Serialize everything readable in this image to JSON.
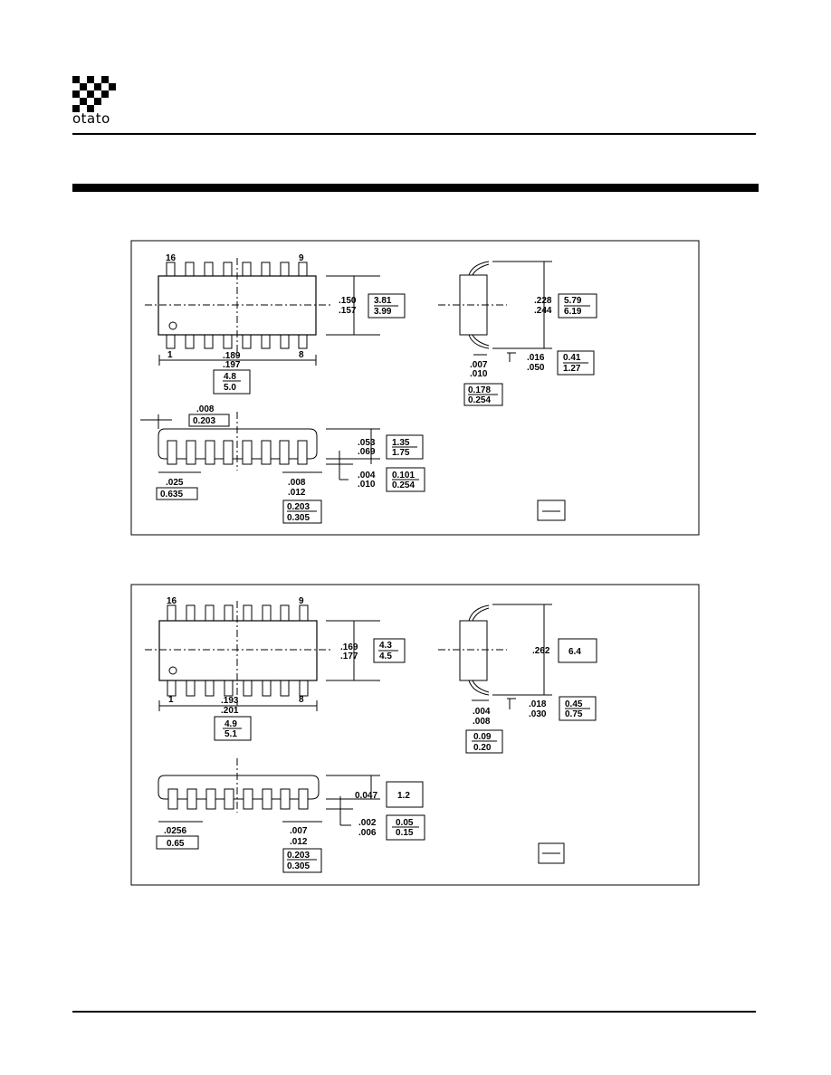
{
  "logo": {
    "text": "otato"
  },
  "panels": [
    {
      "pin_top_left": "16",
      "pin_top_right": "9",
      "pin_bot_left": "1",
      "pin_bot_right": "8",
      "body_len_in_a": ".189",
      "body_len_in_b": ".197",
      "body_len_mm_a": "4.8",
      "body_len_mm_b": "5.0",
      "body_w_in_a": ".150",
      "body_w_in_b": ".157",
      "body_w_mm_a": "3.81",
      "body_w_mm_b": "3.99",
      "total_w_in_a": ".228",
      "total_w_in_b": ".244",
      "total_w_mm_a": "5.79",
      "total_w_mm_b": "6.19",
      "lead_len_in_a": ".016",
      "lead_len_in_b": ".050",
      "lead_len_mm_a": "0.41",
      "lead_len_mm_b": "1.27",
      "lead_thk_in_a": ".007",
      "lead_thk_in_b": ".010",
      "lead_thk_mm_a": "0.178",
      "lead_thk_mm_b": "0.254",
      "end_in": ".008",
      "end_mm": "0.203",
      "height_in_a": ".053",
      "height_in_b": ".069",
      "height_mm_a": "1.35",
      "height_mm_b": "1.75",
      "standoff_in_a": ".004",
      "standoff_in_b": ".010",
      "standoff_mm_a": "0.101",
      "standoff_mm_b": "0.254",
      "pitch_in": ".025",
      "pitch_mm": "0.635",
      "lead_w_in_a": ".008",
      "lead_w_in_b": ".012",
      "lead_w_mm_a": "0.203",
      "lead_w_mm_b": "0.305"
    },
    {
      "pin_top_left": "16",
      "pin_top_right": "9",
      "pin_bot_left": "1",
      "pin_bot_right": "8",
      "body_len_in_a": ".193",
      "body_len_in_b": ".201",
      "body_len_mm_a": "4.9",
      "body_len_mm_b": "5.1",
      "body_w_in_a": ".169",
      "body_w_in_b": ".177",
      "body_w_mm_a": "4.3",
      "body_w_mm_b": "4.5",
      "total_w_in": ".262",
      "total_w_mm": "6.4",
      "lead_len_in_a": ".018",
      "lead_len_in_b": ".030",
      "lead_len_mm_a": "0.45",
      "lead_len_mm_b": "0.75",
      "lead_thk_in_a": ".004",
      "lead_thk_in_b": ".008",
      "lead_thk_mm_a": "0.09",
      "lead_thk_mm_b": "0.20",
      "height_in": "0.047",
      "height_mm": "1.2",
      "standoff_in_a": ".002",
      "standoff_in_b": ".006",
      "standoff_mm_a": "0.05",
      "standoff_mm_b": "0.15",
      "pitch_in": ".0256",
      "pitch_mm": "0.65",
      "lead_w_in_a": ".007",
      "lead_w_in_b": ".012",
      "lead_w_mm_a": "0.203",
      "lead_w_mm_b": "0.305"
    }
  ]
}
